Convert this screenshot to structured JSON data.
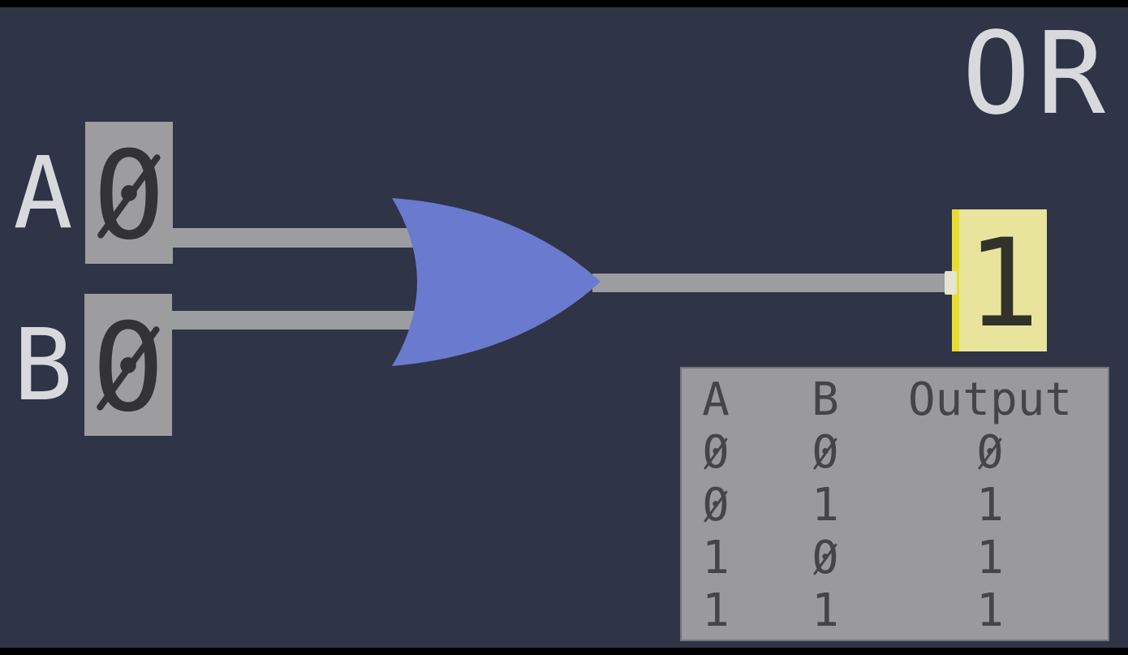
{
  "title": "OR",
  "inputs": [
    {
      "label": "A",
      "value": "0"
    },
    {
      "label": "B",
      "value": "0"
    }
  ],
  "gate": {
    "type": "OR"
  },
  "output": {
    "value": "1"
  },
  "truth_table": {
    "headers": [
      "A",
      "B",
      "Output"
    ],
    "rows": [
      [
        "0",
        "0",
        "0"
      ],
      [
        "0",
        "1",
        "1"
      ],
      [
        "1",
        "0",
        "1"
      ],
      [
        "1",
        "1",
        "1"
      ]
    ]
  },
  "colors": {
    "background": "#2f3446",
    "letterbox": "#000000",
    "gate": "#6a7ace",
    "wire": "#9b9da0",
    "inputBox": "#9d9c9e",
    "digit": "#333234",
    "label": "#d7d9dd",
    "panel": "#9a999c",
    "panelBorder": "#74747c",
    "panelText": "#454449",
    "outputBody": "#e9e49c",
    "outputEdge": "#e8dc30",
    "outputDigit": "#32322a",
    "notch": "#e3e5cf"
  }
}
